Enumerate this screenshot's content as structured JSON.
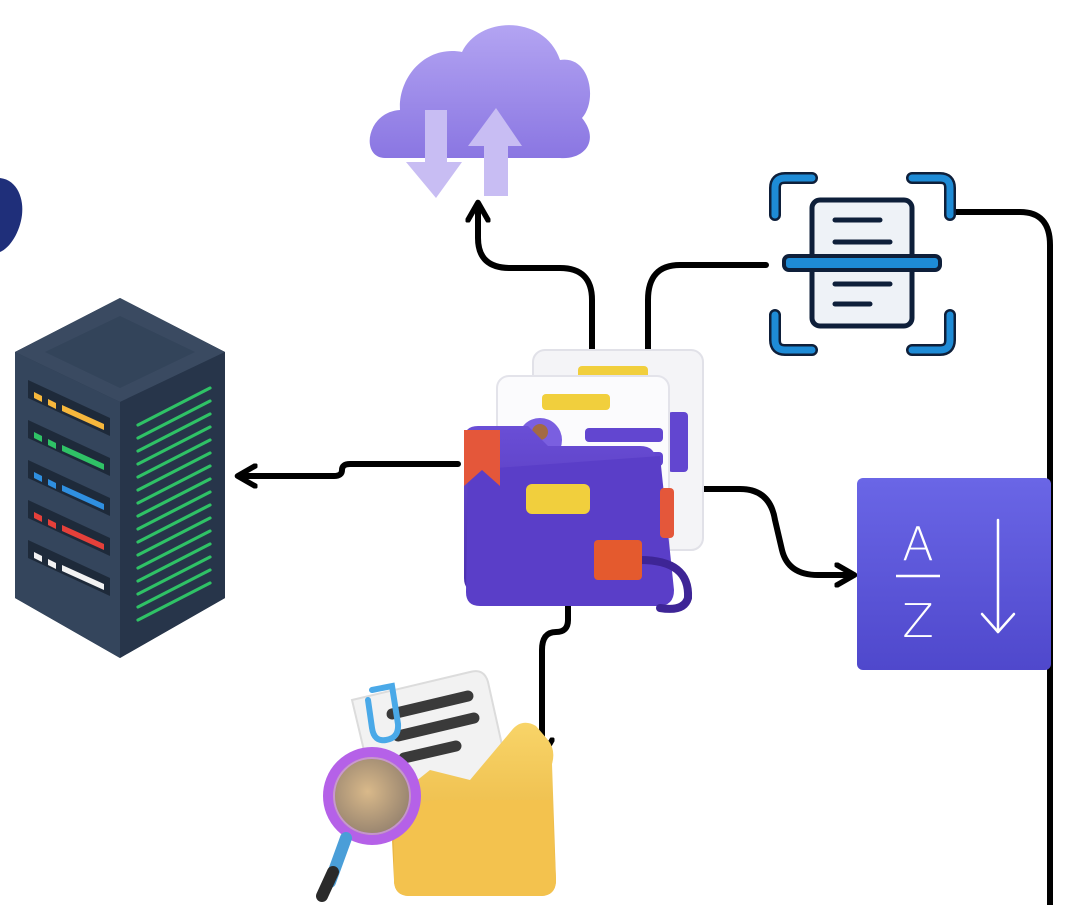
{
  "diagram": {
    "nodes": [
      {
        "id": "documents-folder",
        "icon": "folder-documents-icon",
        "role": "central"
      },
      {
        "id": "cloud-sync",
        "icon": "cloud-upload-download-icon"
      },
      {
        "id": "document-scanner",
        "icon": "document-scan-icon"
      },
      {
        "id": "server",
        "icon": "server-rack-icon"
      },
      {
        "id": "sort",
        "icon": "sort-az-icon"
      },
      {
        "id": "search-files",
        "icon": "folder-search-icon"
      }
    ],
    "edges": [
      {
        "from": "documents-folder",
        "to": "cloud-sync"
      },
      {
        "from": "document-scanner",
        "to": "documents-folder"
      },
      {
        "from": "documents-folder",
        "to": "server"
      },
      {
        "from": "documents-folder",
        "to": "sort"
      },
      {
        "from": "documents-folder",
        "to": "search-files"
      },
      {
        "from": "document-scanner",
        "to": "page-bottom"
      }
    ]
  },
  "sort_icon": {
    "letter_top": "A",
    "letter_bottom": "Z"
  },
  "colors": {
    "connector": "#000000",
    "cloud": "#9b8ae8",
    "folder": "#5b3fc4",
    "sort_tile": "#5b56d6",
    "scanner_frame": "#1e8bd6",
    "server_body": "#2f3e52",
    "server_led": "#2fc266",
    "search_folder": "#f3c24e",
    "magnifier": "#b561e8"
  }
}
